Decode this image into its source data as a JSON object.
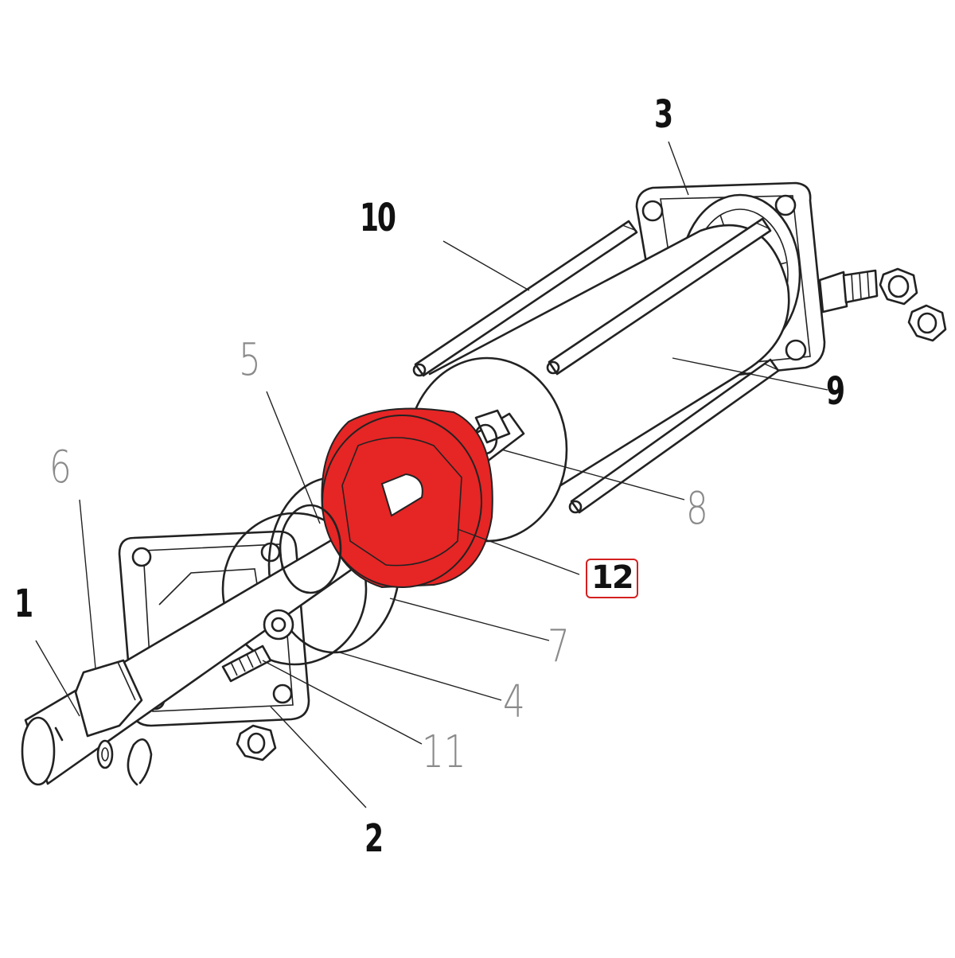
{
  "diagram": {
    "highlight_color": "#e62525",
    "callouts": [
      {
        "id": "1",
        "label": "1",
        "style": "bold"
      },
      {
        "id": "2",
        "label": "2",
        "style": "bold"
      },
      {
        "id": "3",
        "label": "3",
        "style": "bold"
      },
      {
        "id": "4",
        "label": "4",
        "style": "thin"
      },
      {
        "id": "5",
        "label": "5",
        "style": "thin"
      },
      {
        "id": "6",
        "label": "6",
        "style": "thin"
      },
      {
        "id": "7",
        "label": "7",
        "style": "thin"
      },
      {
        "id": "8",
        "label": "8",
        "style": "thin"
      },
      {
        "id": "9",
        "label": "9",
        "style": "bold"
      },
      {
        "id": "10",
        "label": "10",
        "style": "bold"
      },
      {
        "id": "11",
        "label": "11",
        "style": "thin"
      },
      {
        "id": "12",
        "label": "12",
        "style": "bold",
        "highlighted": true
      }
    ]
  }
}
